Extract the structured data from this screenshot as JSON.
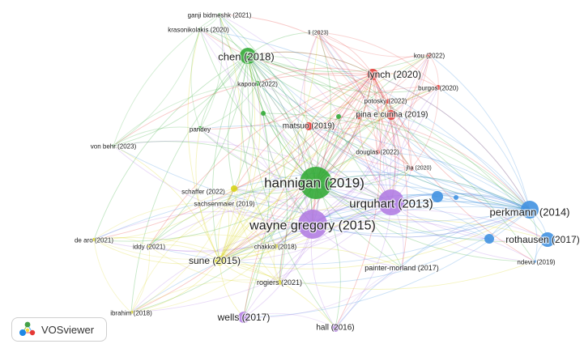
{
  "colors": {
    "red": "#e53935",
    "green": "#2fa833",
    "blue": "#3d8fe0",
    "yellow": "#d6d313",
    "purple": "#b07be3"
  },
  "nodes": [
    {
      "id": "hannigan",
      "label": "hannigan (2019)",
      "cluster": "green"
    },
    {
      "id": "wayne",
      "label": "wayne gregory (2015)",
      "cluster": "purple"
    },
    {
      "id": "urquhart",
      "label": "urquhart (2013)",
      "cluster": "purple"
    },
    {
      "id": "chen",
      "label": "chen (2018)",
      "cluster": "green"
    },
    {
      "id": "lynch",
      "label": "lynch (2020)",
      "cluster": "red"
    },
    {
      "id": "perkmann",
      "label": "perkmann (2014)",
      "cluster": "blue"
    },
    {
      "id": "rothausen",
      "label": "rothausen (2017)",
      "cluster": "blue"
    },
    {
      "id": "sune",
      "label": "sune (2015)",
      "cluster": "yellow"
    },
    {
      "id": "wells",
      "label": "wells (2017)",
      "cluster": "purple"
    },
    {
      "id": "hall",
      "label": "hall (2016)",
      "cluster": "purple"
    },
    {
      "id": "matsuo",
      "label": "matsuo (2019)",
      "cluster": "red"
    },
    {
      "id": "pina",
      "label": "pina e cunha (2019)",
      "cluster": "red"
    },
    {
      "id": "ganji",
      "label": "ganji bidmeshk (2021)",
      "cluster": "green"
    },
    {
      "id": "krasonikolakis",
      "label": "krasonikolakis (2020)",
      "cluster": "green"
    },
    {
      "id": "li",
      "label": "li (2023)",
      "cluster": "red"
    },
    {
      "id": "kou",
      "label": "kou (2022)",
      "cluster": "red"
    },
    {
      "id": "kapoor",
      "label": "kapoor (2022)",
      "cluster": "green"
    },
    {
      "id": "burgos",
      "label": "burgos (2020)",
      "cluster": "red"
    },
    {
      "id": "potosky",
      "label": "potosky (2022)",
      "cluster": "red"
    },
    {
      "id": "pandey",
      "label": "pandey",
      "cluster": "green"
    },
    {
      "id": "vonbehr",
      "label": "von behr (2023)",
      "cluster": "green"
    },
    {
      "id": "douglas",
      "label": "douglas (2022)",
      "cluster": "red"
    },
    {
      "id": "jha",
      "label": "jha (2020)",
      "cluster": "red"
    },
    {
      "id": "schaffer",
      "label": "schaffer (2022)",
      "cluster": "yellow"
    },
    {
      "id": "sachsenmaier",
      "label": "sachsenmaier (2019)",
      "cluster": "yellow"
    },
    {
      "id": "dearo",
      "label": "de aro (2021)",
      "cluster": "yellow"
    },
    {
      "id": "iddy",
      "label": "iddy (2021)",
      "cluster": "yellow"
    },
    {
      "id": "chakkol",
      "label": "chakkol (2018)",
      "cluster": "yellow"
    },
    {
      "id": "rogiers",
      "label": "rogiers (2021)",
      "cluster": "yellow"
    },
    {
      "id": "painter",
      "label": "painter-morland (2017)",
      "cluster": "purple"
    },
    {
      "id": "ndevu",
      "label": "ndevu (2019)",
      "cluster": "blue"
    },
    {
      "id": "ibrahim",
      "label": "ibrahim (2018)",
      "cluster": "yellow"
    }
  ],
  "branding": {
    "app_name": "VOSviewer"
  }
}
